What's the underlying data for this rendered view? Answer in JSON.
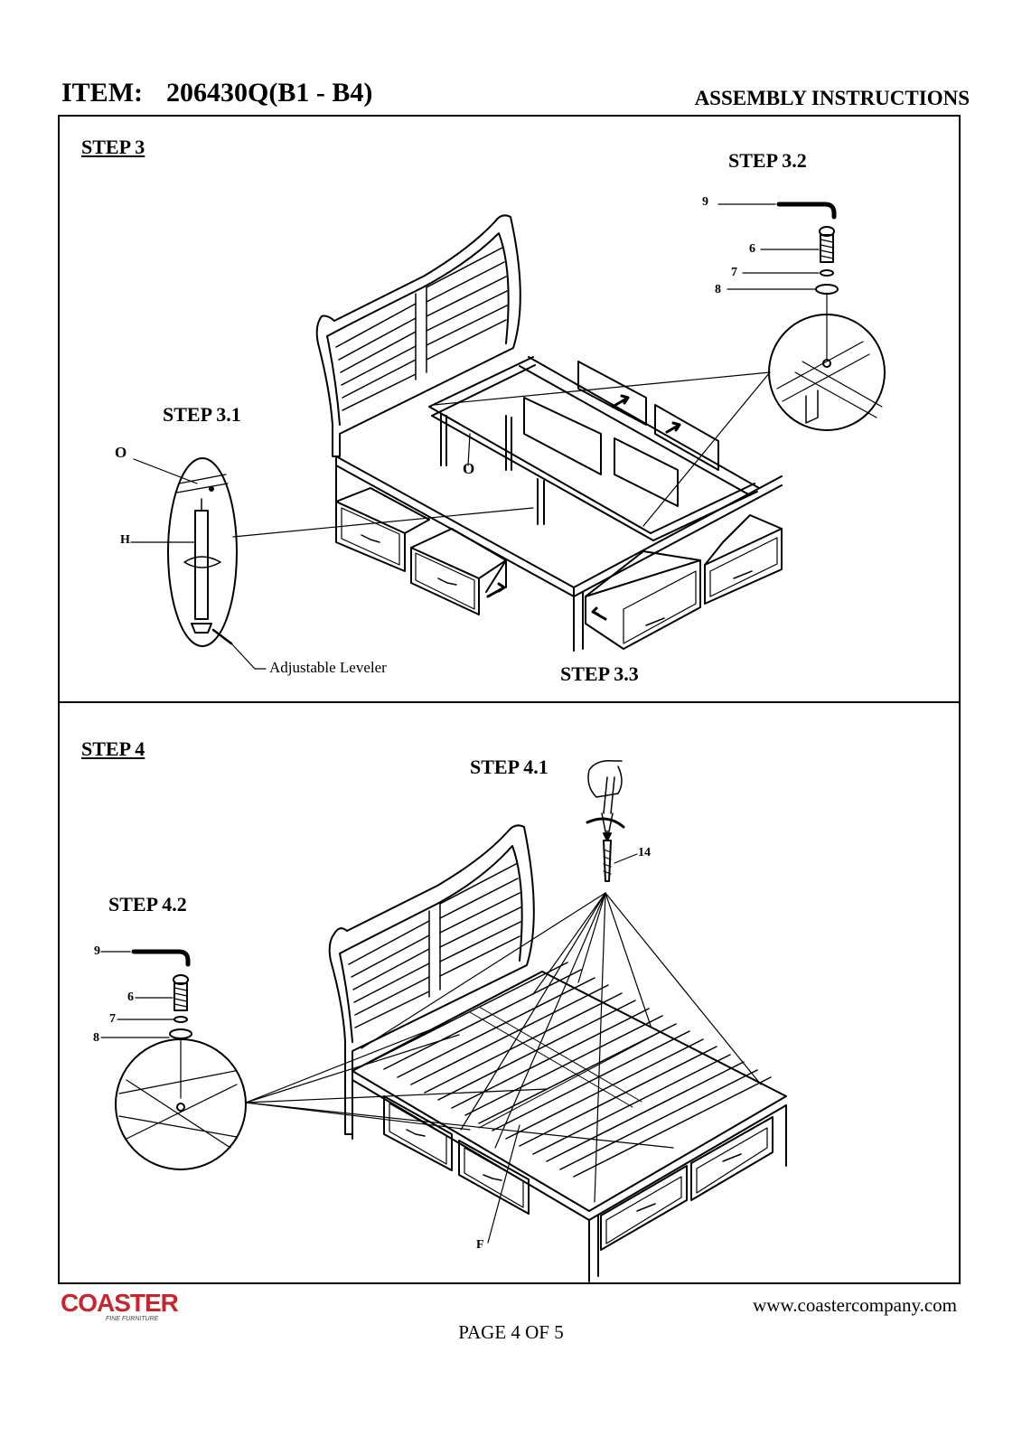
{
  "header": {
    "item_label": "ITEM:",
    "item_code": "206430Q(B1 - B4)",
    "section_title": "ASSEMBLY INSTRUCTIONS"
  },
  "step3": {
    "title": "STEP 3",
    "sub_3_1": "STEP 3.1",
    "sub_3_2": "STEP 3.2",
    "sub_3_3": "STEP 3.3",
    "callout_o_left": "O",
    "callout_o_center": "O",
    "callout_h": "H",
    "callout_9": "9",
    "callout_6": "6",
    "callout_7": "7",
    "callout_8": "8",
    "leveler_note": "Adjustable Leveler"
  },
  "step4": {
    "title": "STEP 4",
    "sub_4_1": "STEP 4.1",
    "sub_4_2": "STEP 4.2",
    "callout_14": "14",
    "callout_9": "9",
    "callout_6": "6",
    "callout_7": "7",
    "callout_8": "8",
    "callout_f": "F"
  },
  "footer": {
    "logo_text": "COASTER",
    "logo_subtext": "FINE FURNITURE",
    "website": "www.coastercompany.com",
    "page": "PAGE 4 OF 5"
  }
}
